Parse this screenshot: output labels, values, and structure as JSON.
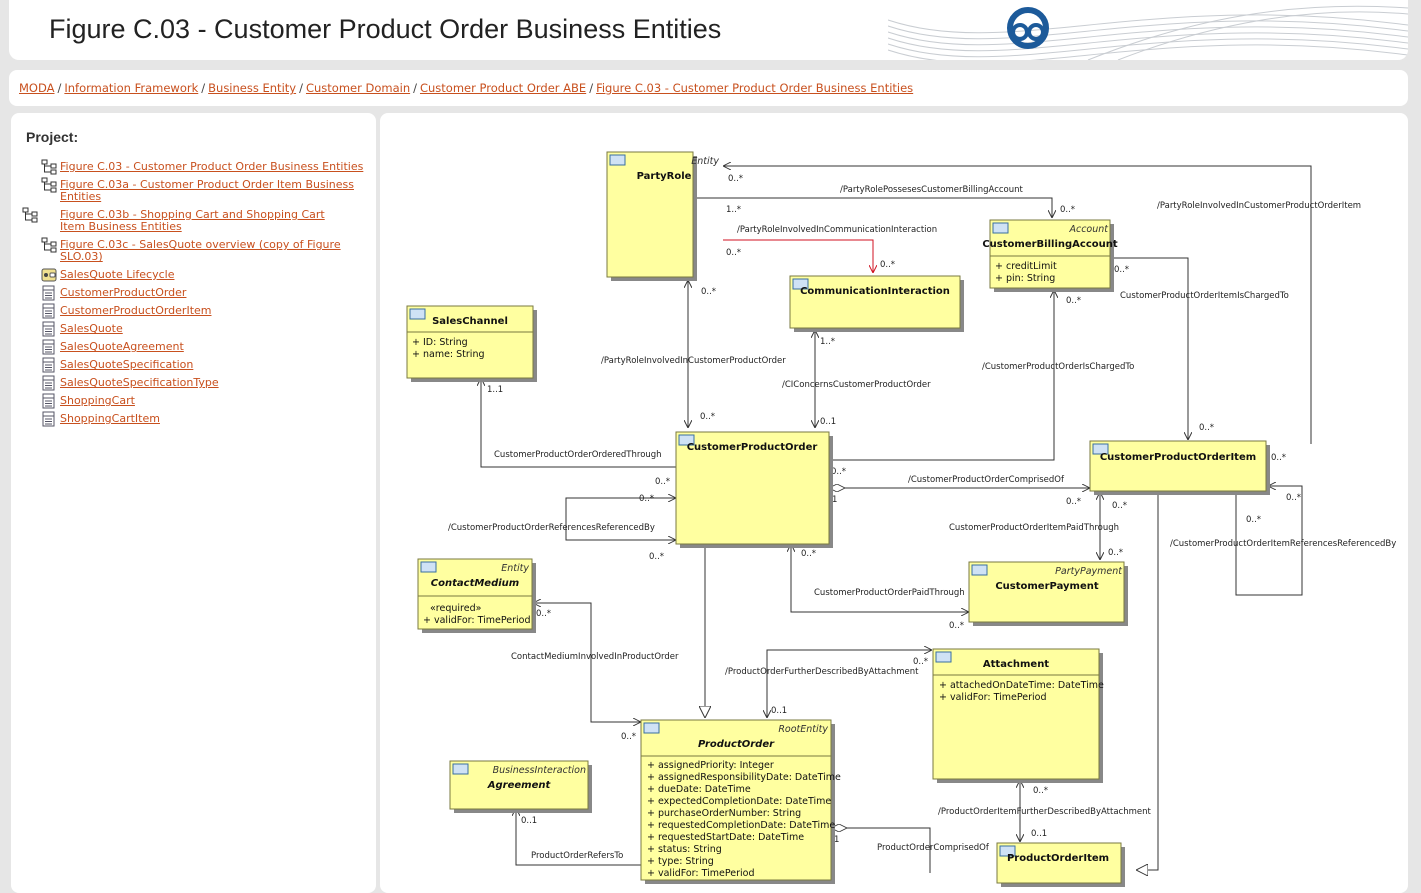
{
  "page": {
    "title": "Figure C.03 - Customer Product Order Business Entities"
  },
  "breadcrumb": [
    "MODA",
    "Information Framework",
    "Business Entity",
    "Customer Domain",
    "Customer Product Order ABE",
    "Figure C.03 - Customer Product Order Business Entities"
  ],
  "breadcrumb_separator": "/",
  "sidebar": {
    "heading": "Project:",
    "items": [
      {
        "label": "Figure C.03 - Customer Product Order Business Entities",
        "icon": "diagram-icon"
      },
      {
        "label": "Figure C.03a - Customer Product Order Item Business Entities",
        "icon": "diagram-icon"
      },
      {
        "label": "Figure C.03b - Shopping Cart and Shopping Cart Item Business Entities",
        "icon": "diagram-icon"
      },
      {
        "label": "Figure C.03c - SalesQuote overview (copy of Figure SLO.03)",
        "icon": "diagram-icon"
      },
      {
        "label": "SalesQuote Lifecycle",
        "icon": "statemachine-icon"
      },
      {
        "label": "CustomerProductOrder",
        "icon": "class-icon"
      },
      {
        "label": "CustomerProductOrderItem",
        "icon": "class-icon"
      },
      {
        "label": "SalesQuote",
        "icon": "class-icon"
      },
      {
        "label": "SalesQuoteAgreement",
        "icon": "class-icon"
      },
      {
        "label": "SalesQuoteSpecification",
        "icon": "class-icon"
      },
      {
        "label": "SalesQuoteSpecificationType",
        "icon": "class-icon"
      },
      {
        "label": "ShoppingCart",
        "icon": "class-icon"
      },
      {
        "label": "ShoppingCartItem",
        "icon": "class-icon"
      }
    ]
  },
  "diagram": {
    "classes": {
      "party_role": {
        "stereotype": "Entity",
        "name": "PartyRole",
        "attrs": []
      },
      "customer_billing_account": {
        "stereotype": "Account",
        "name": "CustomerBillingAccount",
        "attrs": [
          "+    creditLimit",
          "+    pin: String"
        ]
      },
      "communication_interaction": {
        "stereotype": "",
        "name": "CommunicationInteraction",
        "attrs": []
      },
      "sales_channel": {
        "stereotype": "",
        "name": "SalesChannel",
        "attrs": [
          "+    ID: String",
          "+    name: String"
        ]
      },
      "customer_product_order": {
        "stereotype": "",
        "name": "CustomerProductOrder",
        "attrs": []
      },
      "customer_product_order_item": {
        "stereotype": "",
        "name": "CustomerProductOrderItem",
        "attrs": []
      },
      "contact_medium": {
        "stereotype": "Entity",
        "name": "ContactMedium",
        "attrs": [
          "«required»",
          "+    validFor: TimePeriod"
        ]
      },
      "customer_payment": {
        "stereotype": "PartyPayment",
        "name": "CustomerPayment",
        "attrs": []
      },
      "attachment": {
        "stereotype": "",
        "name": "Attachment",
        "attrs": [
          "+    attachedOnDateTime: DateTime",
          "+    validFor: TimePeriod"
        ]
      },
      "agreement": {
        "stereotype": "BusinessInteraction",
        "name": "Agreement",
        "attrs": []
      },
      "product_order": {
        "stereotype": "RootEntity",
        "name": "ProductOrder",
        "attrs": [
          "+    assignedPriority: Integer",
          "+    assignedResponsibilityDate: DateTime",
          "+    dueDate: DateTime",
          "+    expectedCompletionDate: DateTime",
          "+    purchaseOrderNumber: String",
          "+    requestedCompletionDate: DateTime",
          "+    requestedStartDate: DateTime",
          "+    status: String",
          "+    type: String",
          "+    validFor: TimePeriod"
        ]
      },
      "product_order_item": {
        "stereotype": "",
        "name": "ProductOrderItem",
        "attrs": []
      }
    },
    "associations": {
      "a1": "/PartyRolePossesesCustomerBillingAccount",
      "a2": "/PartyRoleInvolvedInCustomerProductOrderItem",
      "a3": "/PartyRoleInvolvedInCommunicationInteraction",
      "a4": "CustomerProductOrderItemIsChargedTo",
      "a5": "/PartyRoleInvolvedInCustomerProductOrder",
      "a6": "/CIConcernsCustomerProductOrder",
      "a7": "/CustomerProductOrderIsChargedTo",
      "a8": "CustomerProductOrderOrderedThrough",
      "a9": "/CustomerProductOrderComprisedOf",
      "a10": "/CustomerProductOrderReferencesReferencedBy",
      "a11": "CustomerProductOrderItemPaidThrough",
      "a12": "/CustomerProductOrderItemReferencesReferencedBy",
      "a13": "CustomerProductOrderPaidThrough",
      "a14": "ContactMediumInvolvedInProductOrder",
      "a15": "/ProductOrderFurtherDescribedByAttachment",
      "a16": "/ProductOrderItemFurtherDescribedByAttachment",
      "a17": "ProductOrderComprisedOf",
      "a18": "ProductOrderRefersTo"
    },
    "multiplicities": {
      "m1": "0..*",
      "m2": "0..*",
      "m3": "1..*",
      "m4": "0..*",
      "m5": "0..*",
      "m6": "0..*",
      "m7": "0..*",
      "m8": "0..*",
      "m9": "1..*",
      "m10": "1..1",
      "m11": "0..*",
      "m12": "0..1",
      "m13": "0..*",
      "m14": "0..*",
      "m15": "0..*",
      "m16": "0..*",
      "m17": "1",
      "m18": "0..*",
      "m19": "0..*",
      "m20": "0..*",
      "m21": "0..*",
      "m22": "0..*",
      "m23": "0..*",
      "m24": "0..*",
      "m25": "0..*",
      "m26": "0..*",
      "m27": "0..*",
      "m28": "0..1",
      "m29": "0..*",
      "m30": "0..*",
      "m31": "0..1",
      "m32": "1",
      "m33": "0..1",
      "m34": "0..*"
    }
  },
  "colors": {
    "link": "#c8501e",
    "class_fill": "#ffffa0",
    "class_border": "#7a7a40",
    "class_icon": "#6da0d0",
    "highlight_line": "#d01020"
  }
}
